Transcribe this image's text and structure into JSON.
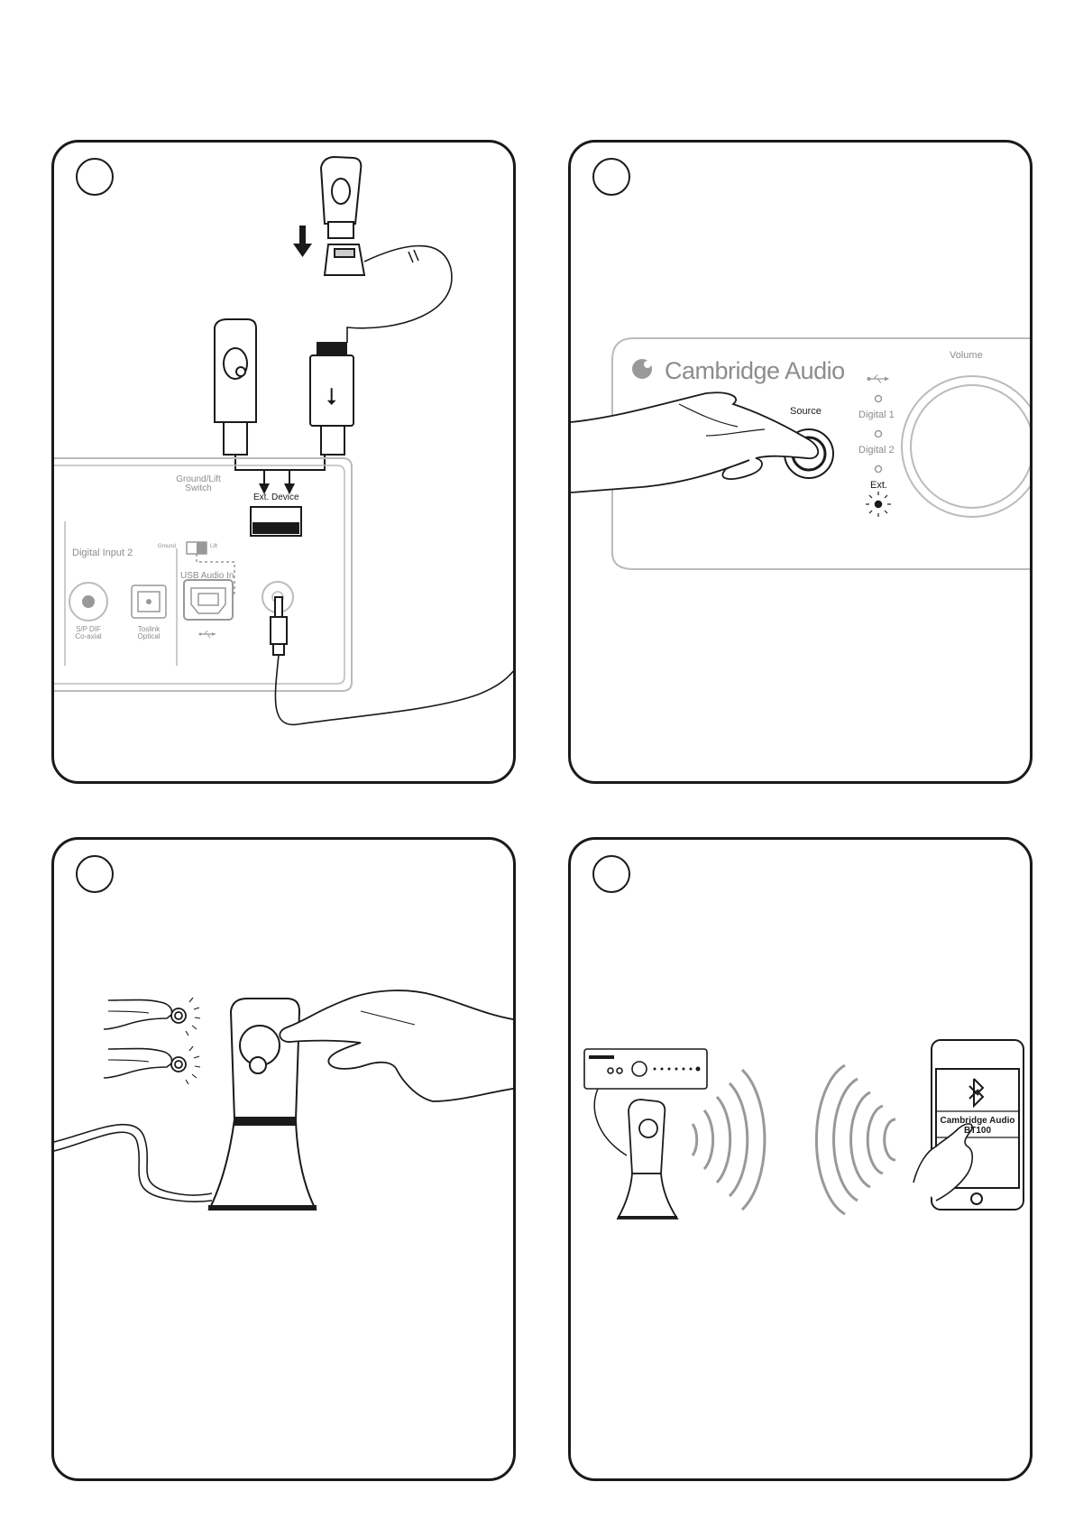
{
  "panel1": {
    "ground_lift_switch": "Ground/Lift\nSwitch",
    "ground": "Ground",
    "lift": "Lift",
    "ext_device": "Ext. Device",
    "digital_input_2": "Digital Input 2",
    "usb_audio_in": "USB Audio In",
    "spdif": "S/P DIF\nCo-axial",
    "toslink": "Toslink\nOptical"
  },
  "panel2": {
    "brand": "Cambridge Audio",
    "volume": "Volume",
    "source": "Source",
    "digital1": "Digital 1",
    "digital2": "Digital 2",
    "ext": "Ext."
  },
  "panel4": {
    "device_name_line1": "Cambridge Audio",
    "device_name_line2": "BT100"
  },
  "icons": {
    "usb": "usb-icon",
    "bluetooth": "bluetooth-icon"
  }
}
